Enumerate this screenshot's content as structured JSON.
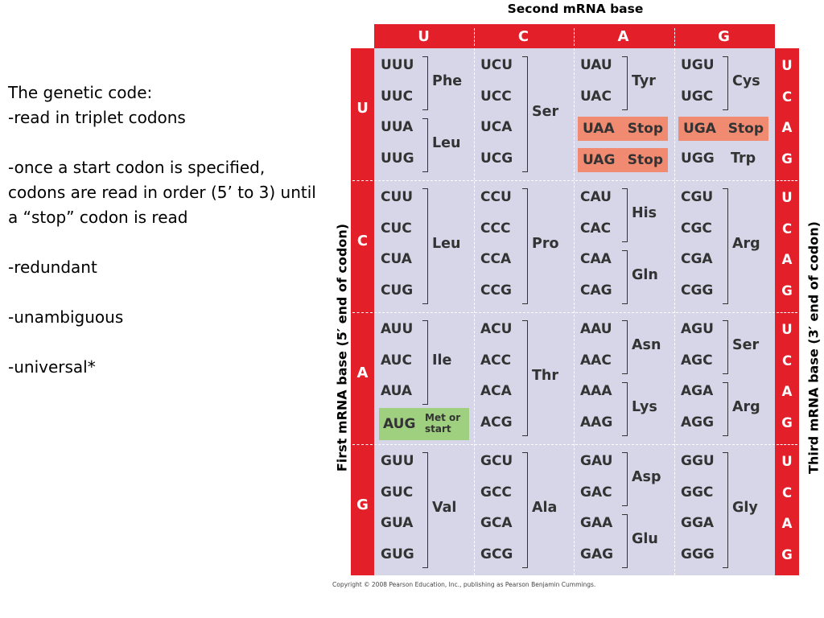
{
  "notes": [
    "The genetic code:",
    "-read in triplet codons",
    "",
    "-once a start codon is specified,",
    "codons are read in order (5’ to 3) until",
    "a “stop” codon is read",
    "",
    "-redundant",
    "",
    "-unambiguous",
    "",
    "-universal*"
  ],
  "table": {
    "second_base_label": "Second mRNA base",
    "first_base_label": "First mRNA base (5′ end of codon)",
    "third_base_label": "Third mRNA base (3′ end of codon)",
    "bases": [
      "U",
      "C",
      "A",
      "G"
    ],
    "third_bases": [
      "U",
      "C",
      "A",
      "G"
    ],
    "blocks": [
      {
        "first": "U",
        "second": "U",
        "codons": [
          "UUU",
          "UUC",
          "UUA",
          "UUG"
        ],
        "groups": [
          {
            "rows": [
              0,
              1
            ],
            "aa": "Phe"
          },
          {
            "rows": [
              2,
              3
            ],
            "aa": "Leu"
          }
        ]
      },
      {
        "first": "U",
        "second": "C",
        "codons": [
          "UCU",
          "UCC",
          "UCA",
          "UCG"
        ],
        "groups": [
          {
            "rows": [
              0,
              3
            ],
            "aa": "Ser"
          }
        ]
      },
      {
        "first": "U",
        "second": "A",
        "codons": [
          "UAU",
          "UAC",
          "UAA",
          "UAG"
        ],
        "groups": [
          {
            "rows": [
              0,
              1
            ],
            "aa": "Tyr"
          }
        ],
        "stops": [
          {
            "row": 2,
            "label": "Stop"
          },
          {
            "row": 3,
            "label": "Stop"
          }
        ]
      },
      {
        "first": "U",
        "second": "G",
        "codons": [
          "UGU",
          "UGC",
          "UGA",
          "UGG"
        ],
        "groups": [
          {
            "rows": [
              0,
              1
            ],
            "aa": "Cys"
          }
        ],
        "stops": [
          {
            "row": 2,
            "label": "Stop"
          }
        ],
        "singles": [
          {
            "row": 3,
            "aa": "Trp"
          }
        ]
      },
      {
        "first": "C",
        "second": "U",
        "codons": [
          "CUU",
          "CUC",
          "CUA",
          "CUG"
        ],
        "groups": [
          {
            "rows": [
              0,
              3
            ],
            "aa": "Leu"
          }
        ]
      },
      {
        "first": "C",
        "second": "C",
        "codons": [
          "CCU",
          "CCC",
          "CCA",
          "CCG"
        ],
        "groups": [
          {
            "rows": [
              0,
              3
            ],
            "aa": "Pro"
          }
        ]
      },
      {
        "first": "C",
        "second": "A",
        "codons": [
          "CAU",
          "CAC",
          "CAA",
          "CAG"
        ],
        "groups": [
          {
            "rows": [
              0,
              1
            ],
            "aa": "His"
          },
          {
            "rows": [
              2,
              3
            ],
            "aa": "Gln"
          }
        ]
      },
      {
        "first": "C",
        "second": "G",
        "codons": [
          "CGU",
          "CGC",
          "CGA",
          "CGG"
        ],
        "groups": [
          {
            "rows": [
              0,
              3
            ],
            "aa": "Arg"
          }
        ]
      },
      {
        "first": "A",
        "second": "U",
        "codons": [
          "AUU",
          "AUC",
          "AUA",
          "AUG"
        ],
        "groups": [
          {
            "rows": [
              0,
              2
            ],
            "aa": "Ile"
          }
        ],
        "start": {
          "row": 3,
          "label_line1": "Met or",
          "label_line2": "start"
        }
      },
      {
        "first": "A",
        "second": "C",
        "codons": [
          "ACU",
          "ACC",
          "ACA",
          "ACG"
        ],
        "groups": [
          {
            "rows": [
              0,
              3
            ],
            "aa": "Thr"
          }
        ]
      },
      {
        "first": "A",
        "second": "A",
        "codons": [
          "AAU",
          "AAC",
          "AAA",
          "AAG"
        ],
        "groups": [
          {
            "rows": [
              0,
              1
            ],
            "aa": "Asn"
          },
          {
            "rows": [
              2,
              3
            ],
            "aa": "Lys"
          }
        ]
      },
      {
        "first": "A",
        "second": "G",
        "codons": [
          "AGU",
          "AGC",
          "AGA",
          "AGG"
        ],
        "groups": [
          {
            "rows": [
              0,
              1
            ],
            "aa": "Ser"
          },
          {
            "rows": [
              2,
              3
            ],
            "aa": "Arg"
          }
        ]
      },
      {
        "first": "G",
        "second": "U",
        "codons": [
          "GUU",
          "GUC",
          "GUA",
          "GUG"
        ],
        "groups": [
          {
            "rows": [
              0,
              3
            ],
            "aa": "Val"
          }
        ]
      },
      {
        "first": "G",
        "second": "C",
        "codons": [
          "GCU",
          "GCC",
          "GCA",
          "GCG"
        ],
        "groups": [
          {
            "rows": [
              0,
              3
            ],
            "aa": "Ala"
          }
        ]
      },
      {
        "first": "G",
        "second": "A",
        "codons": [
          "GAU",
          "GAC",
          "GAA",
          "GAG"
        ],
        "groups": [
          {
            "rows": [
              0,
              1
            ],
            "aa": "Asp"
          },
          {
            "rows": [
              2,
              3
            ],
            "aa": "Glu"
          }
        ]
      },
      {
        "first": "G",
        "second": "G",
        "codons": [
          "GGU",
          "GGC",
          "GGA",
          "GGG"
        ],
        "groups": [
          {
            "rows": [
              0,
              3
            ],
            "aa": "Gly"
          }
        ]
      }
    ]
  },
  "copyright": "Copyright © 2008 Pearson Education, Inc., publishing as Pearson Benjamin Cummings.",
  "colors": {
    "header_red": "#e3202a",
    "cell_lavender": "#d6d6e8",
    "stop_orange": "#f08a70",
    "start_green": "#9fd080",
    "text_dark": "#333333"
  }
}
